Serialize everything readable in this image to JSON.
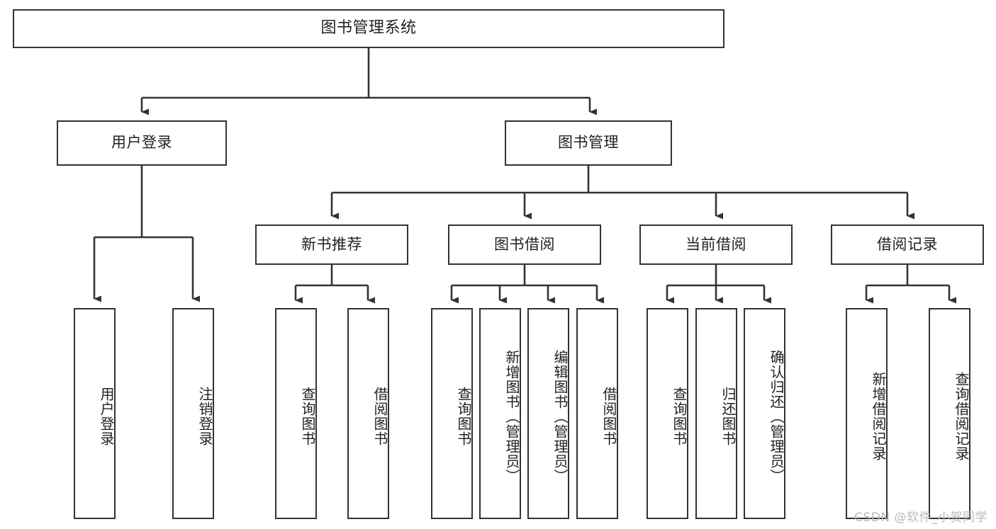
{
  "diagram": {
    "title": "图书管理系统",
    "type": "tree-hierarchy",
    "root": {
      "id": "root",
      "label": "图书管理系统"
    },
    "level2": [
      {
        "id": "user-login",
        "label": "用户登录"
      },
      {
        "id": "book-manage",
        "label": "图书管理"
      }
    ],
    "level3": [
      {
        "id": "new-book-rec",
        "label": "新书推荐",
        "parent": "book-manage"
      },
      {
        "id": "book-borrow",
        "label": "图书借阅",
        "parent": "book-manage"
      },
      {
        "id": "current-borrow",
        "label": "当前借阅",
        "parent": "book-manage"
      },
      {
        "id": "borrow-record",
        "label": "借阅记录",
        "parent": "book-manage"
      }
    ],
    "leaves": [
      {
        "id": "leaf-user-login",
        "label": "用户登录",
        "parent": "user-login"
      },
      {
        "id": "leaf-logout-login",
        "label": "注销登录",
        "parent": "user-login"
      },
      {
        "id": "leaf-query-book-1",
        "label": "查询图书",
        "parent": "new-book-rec"
      },
      {
        "id": "leaf-borrow-book-1",
        "label": "借阅图书",
        "parent": "new-book-rec"
      },
      {
        "id": "leaf-query-book-2",
        "label": "查询图书",
        "parent": "book-borrow"
      },
      {
        "id": "leaf-add-book",
        "label": "新增图书（管理员）",
        "parent": "book-borrow"
      },
      {
        "id": "leaf-edit-book",
        "label": "编辑图书（管理员）",
        "parent": "book-borrow"
      },
      {
        "id": "leaf-borrow-book-2",
        "label": "借阅图书",
        "parent": "book-borrow"
      },
      {
        "id": "leaf-query-book-3",
        "label": "查询图书",
        "parent": "current-borrow"
      },
      {
        "id": "leaf-return-book",
        "label": "归还图书",
        "parent": "current-borrow"
      },
      {
        "id": "leaf-confirm-return",
        "label": "确认归还（管理员）",
        "parent": "current-borrow"
      },
      {
        "id": "leaf-add-record",
        "label": "新增借阅记录",
        "parent": "borrow-record"
      },
      {
        "id": "leaf-query-record",
        "label": "查询借阅记录",
        "parent": "borrow-record"
      }
    ],
    "colors": {
      "line": "#333333",
      "box_border": "#333333",
      "box_fill": "#ffffff",
      "text": "#222222",
      "watermark": "#b9b9b9",
      "background": "#ffffff"
    }
  },
  "watermark": {
    "text": "CSDN @软件_小贺同学"
  }
}
